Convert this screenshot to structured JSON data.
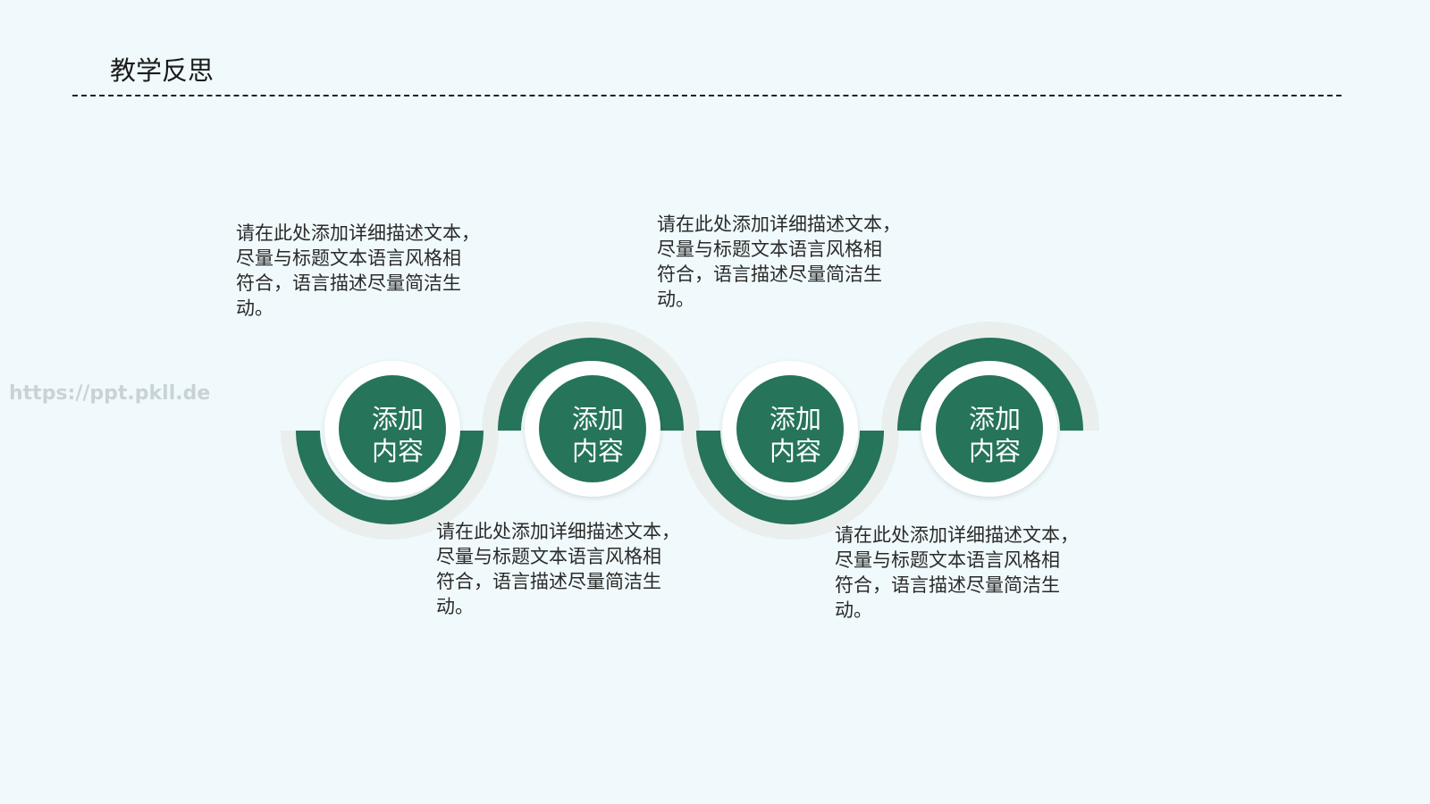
{
  "header": {
    "title": "教学反思"
  },
  "watermark": "https://ppt.pkll.de",
  "colors": {
    "background": "#f0fafc",
    "accent_green": "#26745a",
    "ring_white": "#ffffff",
    "shadow": "#ecefee"
  },
  "steps": [
    {
      "label_line1": "添加",
      "label_line2": "内容",
      "arc": "bottom",
      "description": [
        "请在此处添加详细描述文本，",
        "尽量与标题文本语言风格相",
        "符合，语言描述尽量简洁生",
        "动。"
      ],
      "description_position": "above"
    },
    {
      "label_line1": "添加",
      "label_line2": "内容",
      "arc": "top",
      "description": [
        "请在此处添加详细描述文本，",
        "尽量与标题文本语言风格相",
        "符合，语言描述尽量简洁生",
        "动。"
      ],
      "description_position": "below"
    },
    {
      "label_line1": "添加",
      "label_line2": "内容",
      "arc": "bottom",
      "description": [
        "请在此处添加详细描述文本，",
        "尽量与标题文本语言风格相",
        "符合，语言描述尽量简洁生",
        "动。"
      ],
      "description_position": "above"
    },
    {
      "label_line1": "添加",
      "label_line2": "内容",
      "arc": "top",
      "description": [
        "请在此处添加详细描述文本，",
        "尽量与标题文本语言风格相",
        "符合，语言描述尽量简洁生",
        "动。"
      ],
      "description_position": "below"
    }
  ]
}
